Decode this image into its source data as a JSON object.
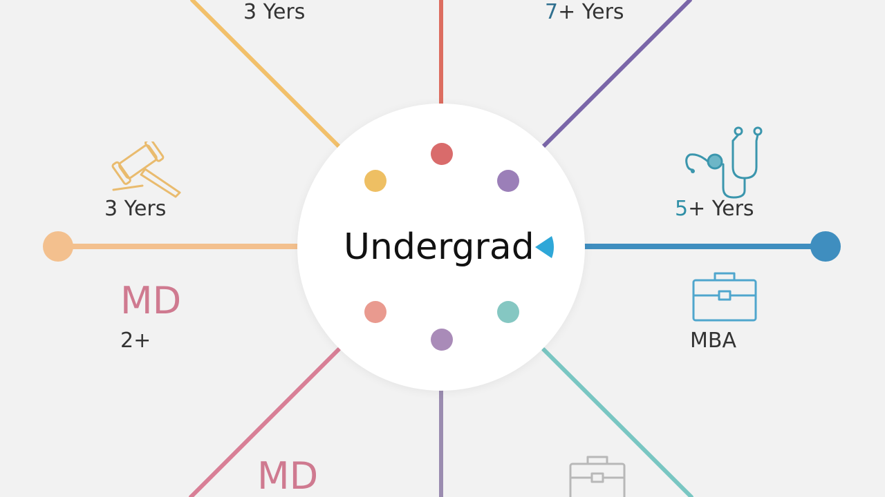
{
  "center": {
    "title": "Undergrad",
    "pointer_color": "#2ea7d8",
    "dot_colors": [
      "#d96b6b",
      "#9b7fb8",
      "#85c7c2",
      "#a98bb8",
      "#e99a8f",
      "#eebf63"
    ]
  },
  "branches": {
    "top_left": {
      "duration": "3 Yers",
      "color": "#f2c06a"
    },
    "top": {
      "color": "#dd6d60"
    },
    "top_right": {
      "duration": "7+ Yers",
      "duration_prefix": "7",
      "duration_suffix": "+ Yers",
      "prefix_color": "#2f6f8f",
      "color": "#7a66a8"
    },
    "left": {
      "duration": "3 Yers",
      "color": "#f3c08e",
      "icon": "gavel-icon"
    },
    "right": {
      "duration": "5+ Yers",
      "duration_prefix": "5",
      "duration_suffix": "+ Yers",
      "prefix_color": "#2e8fa6",
      "degree": "MBA",
      "color": "#3f8ebf",
      "icons": [
        "stethoscope-icon",
        "briefcase-icon"
      ]
    },
    "lower_left": {
      "degree": "MD",
      "duration": "2+",
      "degree_color": "#cf7a90",
      "color": "#d87f96"
    },
    "bottom": {
      "color": "#9b8cb0"
    },
    "bottom_left": {
      "degree": "MD",
      "degree_color": "#cf7a90"
    },
    "bottom_right": {
      "color": "#79c6c2",
      "icon": "briefcase-icon"
    }
  }
}
